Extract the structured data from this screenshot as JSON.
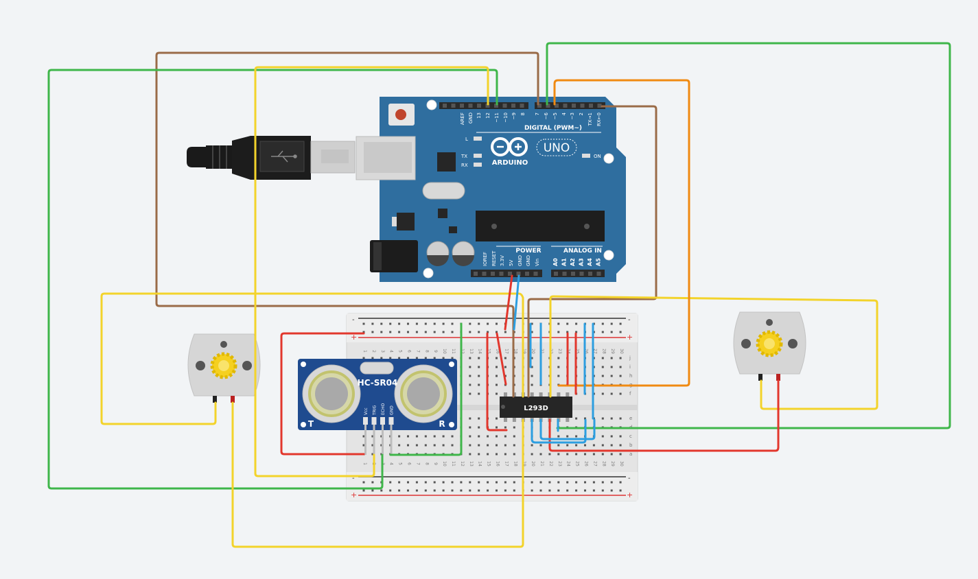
{
  "arduino": {
    "brand": "ARDUINO",
    "model": "UNO",
    "digital_header_label": "DIGITAL (PWM~)",
    "power_label": "POWER",
    "analog_label": "ANALOG IN",
    "led_l": "L",
    "led_tx": "TX",
    "led_rx": "RX",
    "led_on": "ON",
    "digital_pins": [
      "AREF",
      "GND",
      "13",
      "12",
      "~11",
      "~10",
      "~9",
      "8",
      "7",
      "~6",
      "~5",
      "4",
      "~3",
      "2",
      "TX→1",
      "RX←0"
    ],
    "power_pins": [
      "IOREF",
      "RESET",
      "3.3V",
      "5V",
      "GND",
      "GND",
      "Vin"
    ],
    "analog_pins": [
      "A0",
      "A1",
      "A2",
      "A3",
      "A4",
      "A5"
    ]
  },
  "sensor": {
    "name": "HC-SR04",
    "left_mark": "T",
    "right_mark": "R",
    "pins": [
      "Vcc",
      "TRIG",
      "ECHO",
      "GND"
    ]
  },
  "driver_chip": {
    "name": "L293D"
  },
  "breadboard": {
    "row_letters_top": [
      "j",
      "i",
      "h",
      "g",
      "f"
    ],
    "row_letters_bottom": [
      "e",
      "d",
      "c",
      "b",
      "a"
    ],
    "rail_plus": "+",
    "rail_minus": "-",
    "column_count": 30
  },
  "colors": {
    "board_blue": "#2f6e9f",
    "wire_green": "#3fb64a",
    "wire_yellow": "#f3d32b",
    "wire_brown": "#9a6b48",
    "wire_orange": "#f08a12",
    "wire_red": "#e2372d",
    "wire_blue": "#2d9ee0",
    "background": "#f2f4f6"
  }
}
